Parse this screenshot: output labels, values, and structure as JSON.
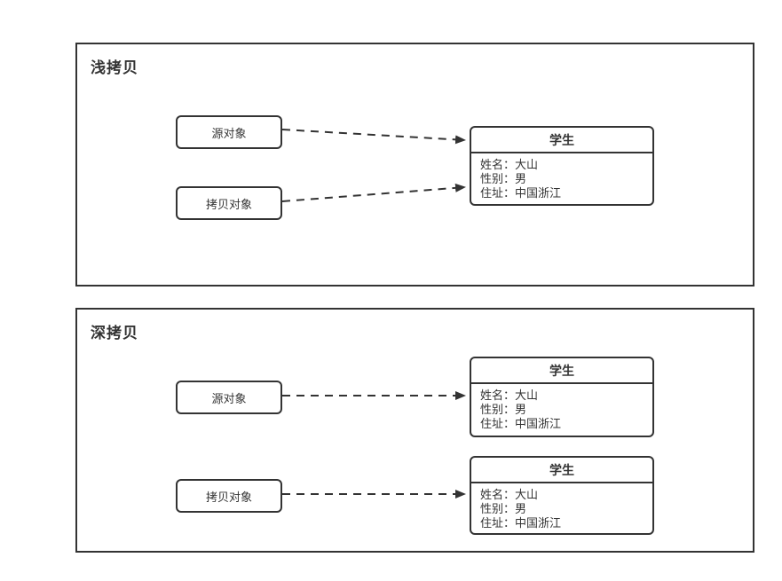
{
  "colors": {
    "stroke": "#333333",
    "text": "#333333",
    "background": "#ffffff"
  },
  "panels": [
    {
      "title": "浅拷贝",
      "source_label": "源对象",
      "copy_label": "拷贝对象",
      "students": [
        {
          "title": "学生",
          "fields": [
            "姓名：大山",
            "性别：男",
            "住址：中国浙江"
          ]
        }
      ]
    },
    {
      "title": "深拷贝",
      "source_label": "源对象",
      "copy_label": "拷贝对象",
      "students": [
        {
          "title": "学生",
          "fields": [
            "姓名：大山",
            "性别：男",
            "住址：中国浙江"
          ]
        },
        {
          "title": "学生",
          "fields": [
            "姓名：大山",
            "性别：男",
            "住址：中国浙江"
          ]
        }
      ]
    }
  ]
}
